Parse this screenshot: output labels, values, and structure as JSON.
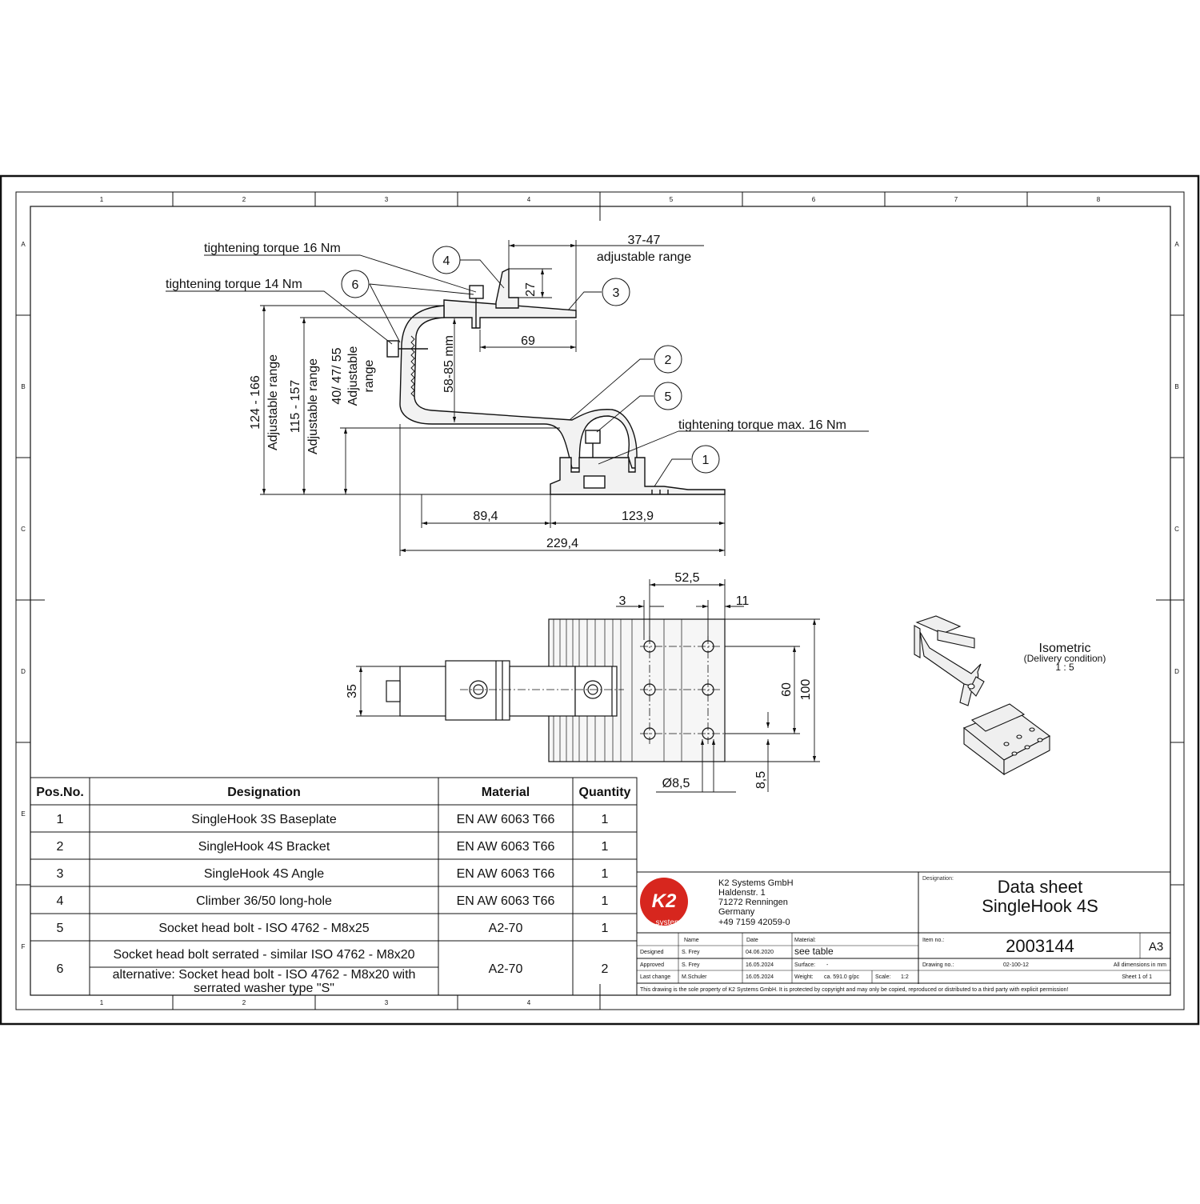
{
  "grid": {
    "columns": [
      "1",
      "2",
      "3",
      "4",
      "5",
      "6",
      "7",
      "8"
    ],
    "rows": [
      "A",
      "B",
      "C",
      "D",
      "E",
      "F"
    ],
    "bottom_columns": [
      "1",
      "2",
      "3",
      "4"
    ]
  },
  "annotations": {
    "torque_16": "tightening torque 16 Nm",
    "torque_14": "tightening torque 14 Nm",
    "torque_max16": "tightening torque max. 16 Nm",
    "range_37_47": "37-47",
    "adjustable_range": "adjustable range",
    "dim_27": "27",
    "dim_69": "69",
    "dim_58_85": "58-85 mm",
    "dim_124_166": "124 - 166",
    "adj_range_cap": "Adjustable range",
    "dim_115_157": "115 - 157",
    "dim_40_47_55": "40/ 47/ 55",
    "adjustable": "Adjustable",
    "range_word": "range",
    "dim_89_4": "89,4",
    "dim_123_9": "123,9",
    "dim_229_4": "229,4",
    "dim_52_5": "52,5",
    "dim_3": "3",
    "dim_11": "11",
    "dim_35": "35",
    "dim_60": "60",
    "dim_100": "100",
    "dim_d8_5": "Ø8,5",
    "dim_8_5": "8,5"
  },
  "balloons": [
    "1",
    "2",
    "3",
    "4",
    "5",
    "6"
  ],
  "isometric": {
    "title": "Isometric",
    "subtitle": "(Delivery condition)",
    "scale": "1 : 5"
  },
  "parts_table": {
    "headers": [
      "Pos.No.",
      "Designation",
      "Material",
      "Quantity"
    ],
    "rows": [
      {
        "pos": "1",
        "designation": "SingleHook 3S Baseplate",
        "material": "EN AW 6063 T66",
        "qty": "1"
      },
      {
        "pos": "2",
        "designation": "SingleHook 4S Bracket",
        "material": "EN AW 6063 T66",
        "qty": "1"
      },
      {
        "pos": "3",
        "designation": "SingleHook 4S Angle",
        "material": "EN AW 6063 T66",
        "qty": "1"
      },
      {
        "pos": "4",
        "designation": "Climber 36/50 long-hole",
        "material": "EN AW 6063 T66",
        "qty": "1"
      },
      {
        "pos": "5",
        "designation": "Socket head bolt - ISO 4762 - M8x25",
        "material": "A2-70",
        "qty": "1"
      },
      {
        "pos": "6",
        "designation": "Socket head bolt serrated - similar ISO 4762 - M8x20",
        "designation_alt_1": "alternative: Socket head bolt - ISO 4762 - M8x20 with",
        "designation_alt_2": "serrated washer type \"S\"",
        "material": "A2-70",
        "qty": "2"
      }
    ]
  },
  "title_block": {
    "logo_text": "K2",
    "logo_sub": "systems",
    "company": [
      "K2 Systems GmbH",
      "Haldenstr. 1",
      "71272 Renningen",
      "Germany",
      "+49 7159 42059-0"
    ],
    "designation_label": "Designation:",
    "designation_1": "Data sheet",
    "designation_2": "SingleHook 4S",
    "col_name": "Name",
    "col_date": "Date",
    "material_label": "Material:",
    "material_value": "see table",
    "surface_label": "Surface:",
    "surface_value": "-",
    "weight_label": "Weight:",
    "weight_value": "ca. 591.0 g/pc",
    "scale_label": "Scale:",
    "scale_value": "1:2",
    "designed_label": "Designed",
    "designed_name": "S. Frey",
    "designed_date": "04.06.2020",
    "approved_label": "Approved",
    "approved_name": "S. Frey",
    "approved_date": "16.05.2024",
    "lastchange_label": "Last change",
    "lastchange_name": "M.Schuler",
    "lastchange_date": "16.05.2024",
    "item_no_label": "Item no.:",
    "item_no": "2003144",
    "format": "A3",
    "drawing_no_label": "Drawing no.:",
    "drawing_no": "02-100-12",
    "dims_note": "All dimensions in mm",
    "sheet": "Sheet 1 of 1",
    "copyright": "This drawing is the sole property of K2 Systems GmbH.  It is protected by copyright and may only be copied, reproduced or distributed to a third party with explicit permission!"
  },
  "colors": {
    "logo_red": "#d7261e",
    "line": "#111111",
    "part_fill": "#f2f2f2"
  }
}
